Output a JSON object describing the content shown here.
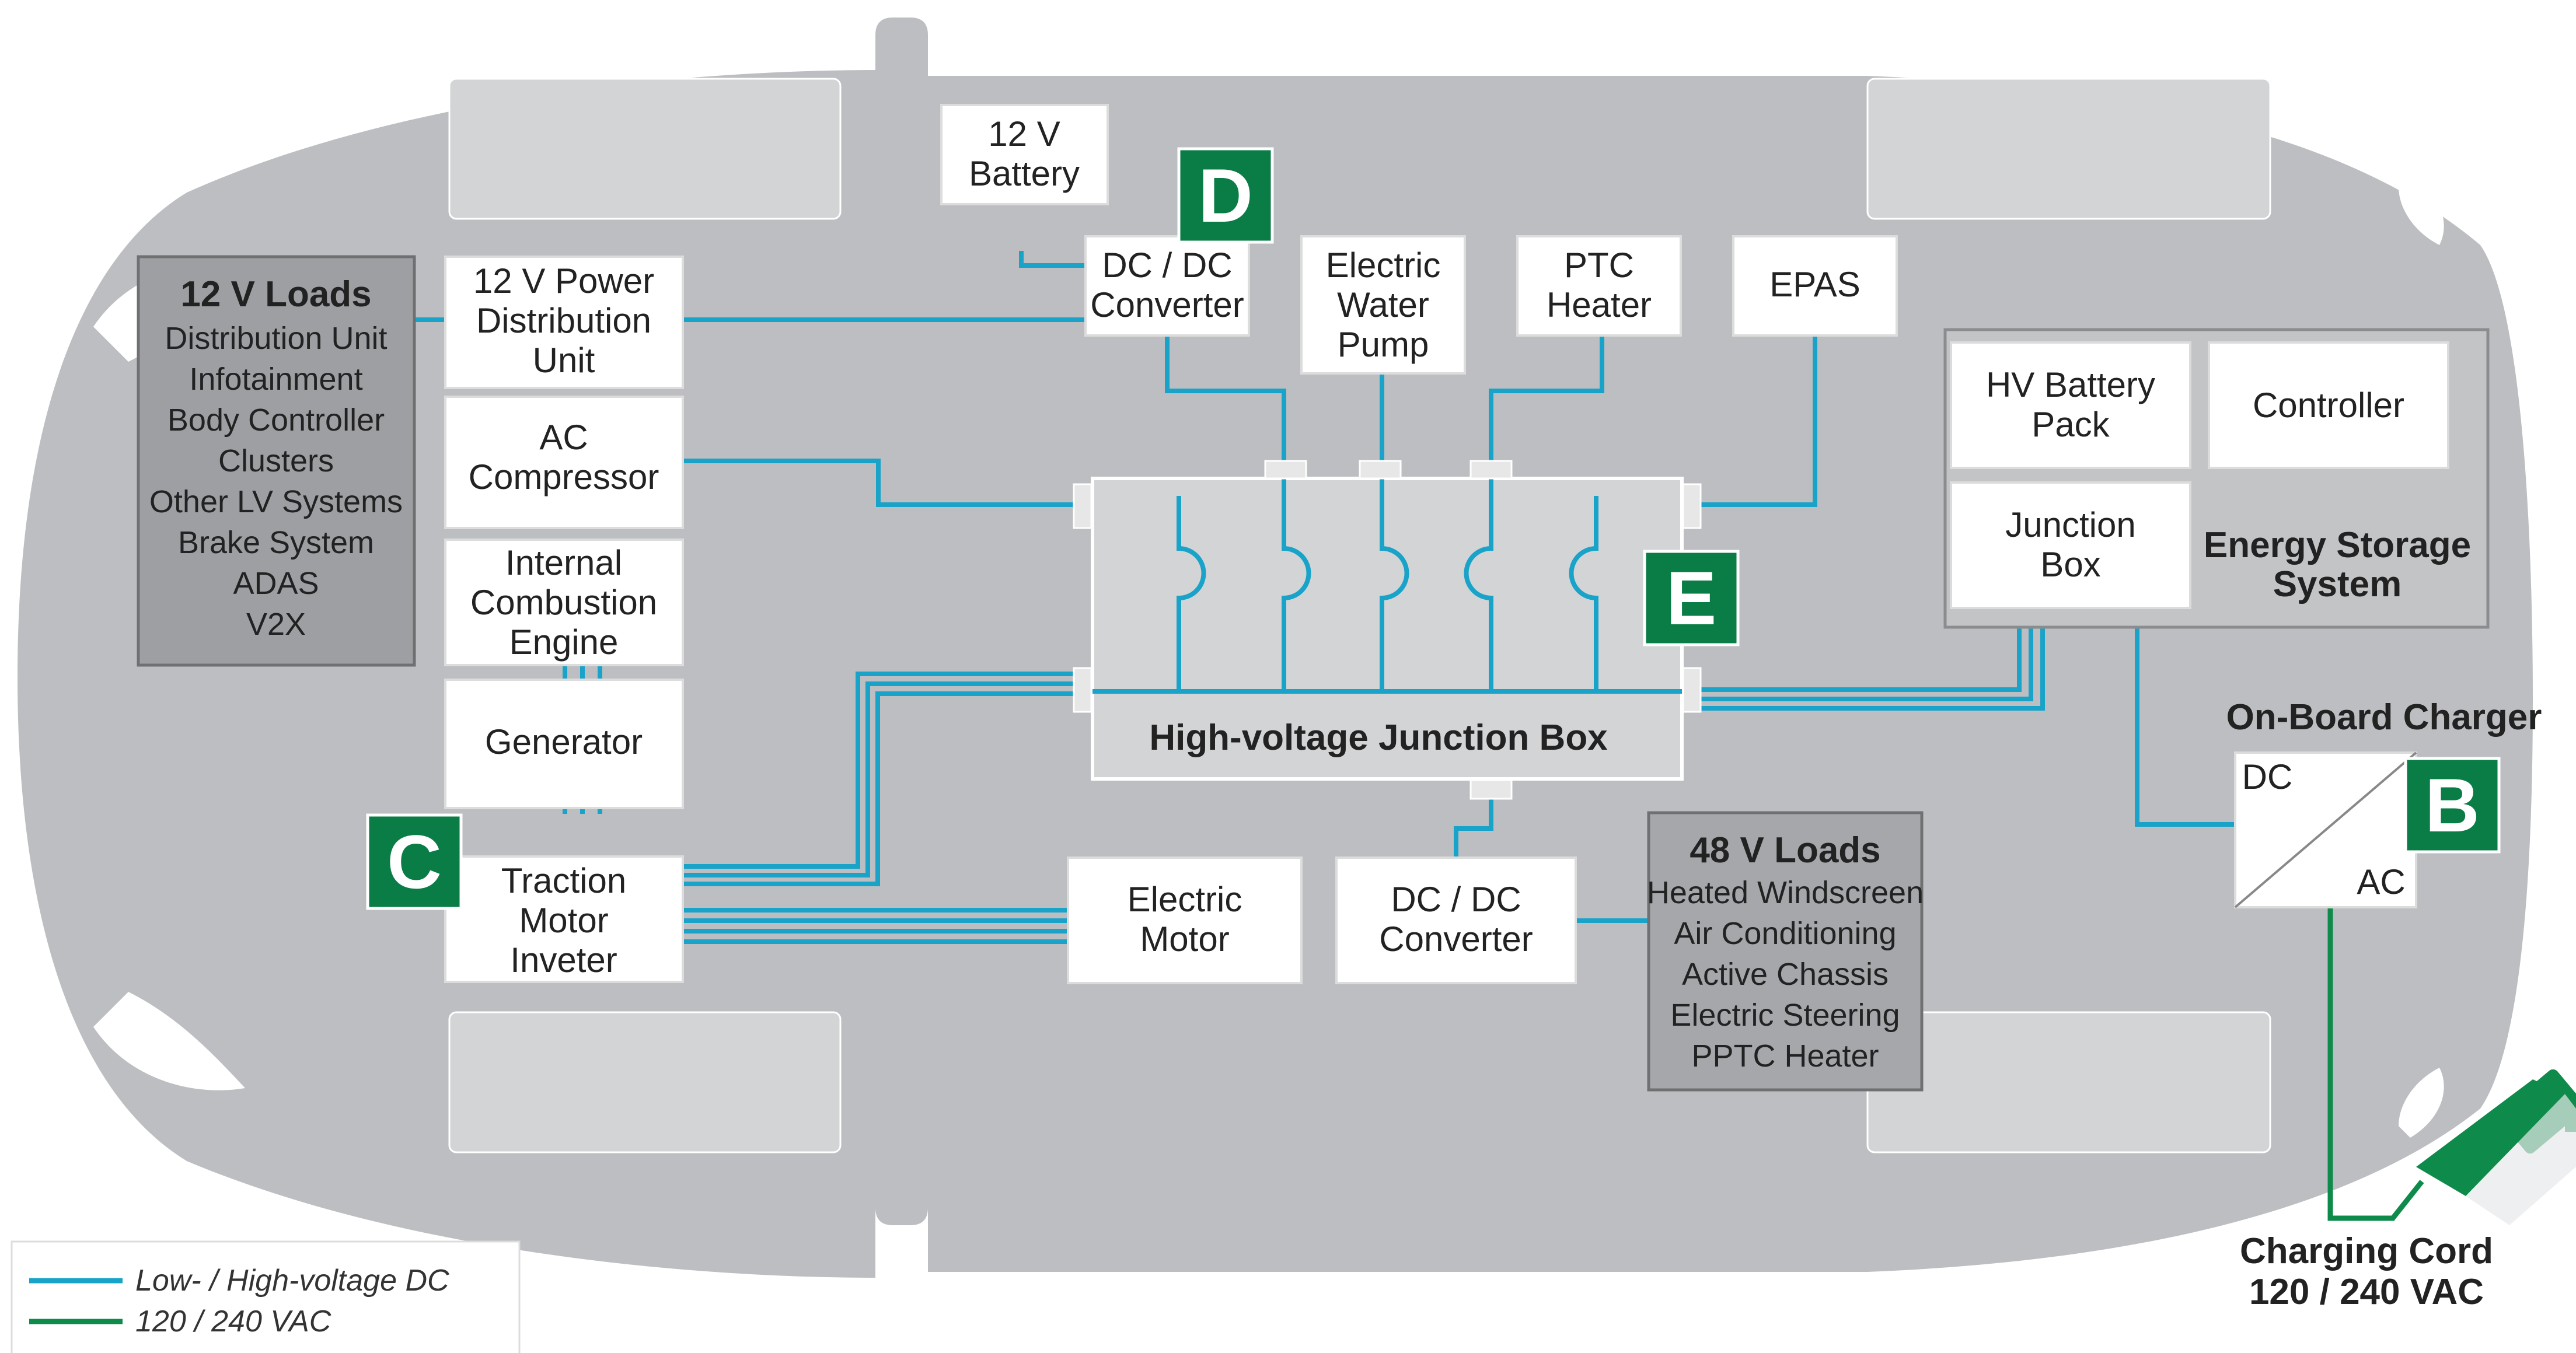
{
  "nodes": {
    "battery_12v": [
      "12 V",
      "Battery"
    ],
    "dcdc_top": [
      "DC / DC",
      "Converter"
    ],
    "water_pump": [
      "Electric",
      "Water",
      "Pump"
    ],
    "ptc": [
      "PTC",
      "Heater"
    ],
    "epas": [
      "EPAS"
    ],
    "pdu_12v": [
      "12 V Power",
      "Distribution",
      "Unit"
    ],
    "ac_comp": [
      "AC",
      "Compressor"
    ],
    "ice": [
      "Internal",
      "Combustion",
      "Engine"
    ],
    "generator": [
      "Generator"
    ],
    "traction": [
      "Traction",
      "Motor",
      "Inveter"
    ],
    "electric_motor": [
      "Electric",
      "Motor"
    ],
    "dcdc_bottom": [
      "DC / DC",
      "Converter"
    ],
    "hv_battery": [
      "HV Battery",
      "Pack"
    ],
    "controller": [
      "Controller"
    ],
    "junction_box": [
      "Junction",
      "Box"
    ],
    "ess": [
      "Energy Storage",
      "System"
    ],
    "hvjb": "High-voltage Junction Box"
  },
  "loads12": {
    "title": "12 V Loads",
    "items": [
      "Distribution Unit",
      "Infotainment",
      "Body Controller",
      "Clusters",
      "Other LV Systems",
      "Brake System",
      "ADAS",
      "V2X"
    ]
  },
  "loads48": {
    "title": "48 V Loads",
    "items": [
      "Heated Windscreen",
      "Air Conditioning",
      "Active Chassis",
      "Electric Steering",
      "PPTC Heater"
    ]
  },
  "charger": {
    "title": "On-Board Charger",
    "dc": "DC",
    "ac": "AC"
  },
  "cord": [
    "Charging Cord",
    "120 / 240 VAC"
  ],
  "tags": {
    "b": "B",
    "c": "C",
    "d": "D",
    "e": "E"
  },
  "legend": {
    "dc": "Low- / High-voltage DC",
    "ac": "120 / 240 VAC"
  },
  "colors": {
    "dc_wire": "#1aa3c8",
    "ac_wire": "#0e8b4a",
    "tag_bg": "#0a7d46",
    "car_body": "#bcbec1"
  }
}
